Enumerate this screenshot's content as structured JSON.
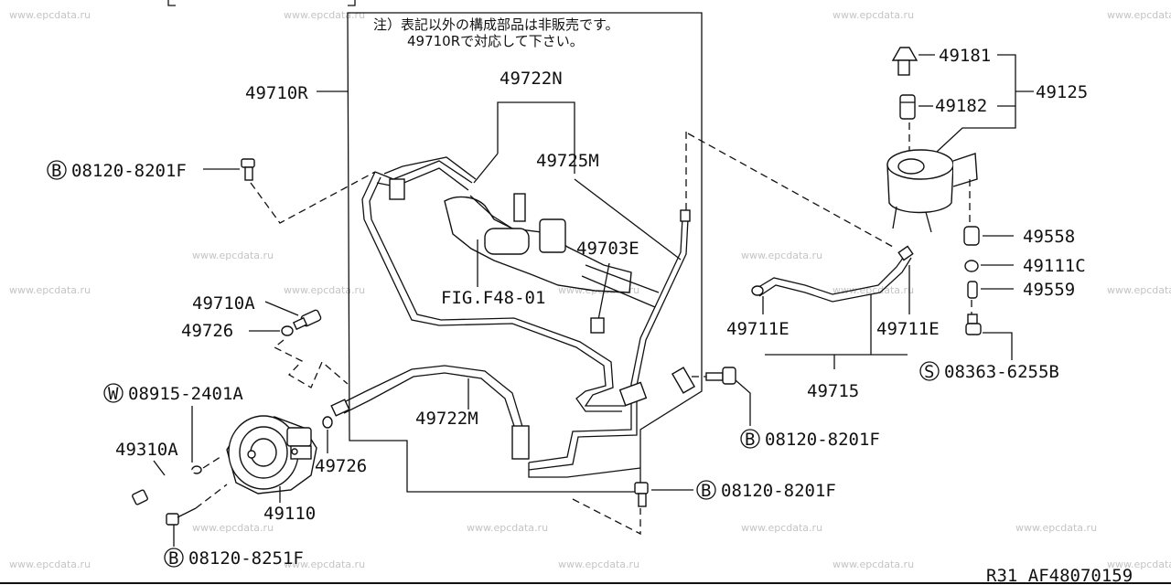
{
  "notes": {
    "line1": "注）表記以外の構成部品は非販売です。",
    "line2": "49710Rで対応して下さい。"
  },
  "labels": {
    "p49710R": "49710R",
    "p49722N": "49722N",
    "p49725M": "49725M",
    "p49703E": "49703E",
    "fig": "FIG.F48-01",
    "p49722M": "49722M",
    "p49710A": "49710A",
    "p49726a": "49726",
    "p49726b": "49726",
    "p49310A": "49310A",
    "p49110": "49110",
    "w08915": "08915-2401A",
    "b08120_a": "08120-8201F",
    "b08120_b": "08120-8201F",
    "b08120_c": "08120-8201F",
    "b08120_8251": "08120-8251F",
    "p49181": "49181",
    "p49182": "49182",
    "p49125": "49125",
    "p49558": "49558",
    "p49111C": "49111C",
    "p49559": "49559",
    "s08363": "08363-6255B",
    "p49711E_l": "49711E",
    "p49711E_r": "49711E",
    "p49715": "49715"
  },
  "prefix": {
    "b": "B",
    "w": "W",
    "s": "S"
  },
  "footer": {
    "ref": "R31  AF48070159"
  },
  "watermark": "www.epcdata.ru"
}
